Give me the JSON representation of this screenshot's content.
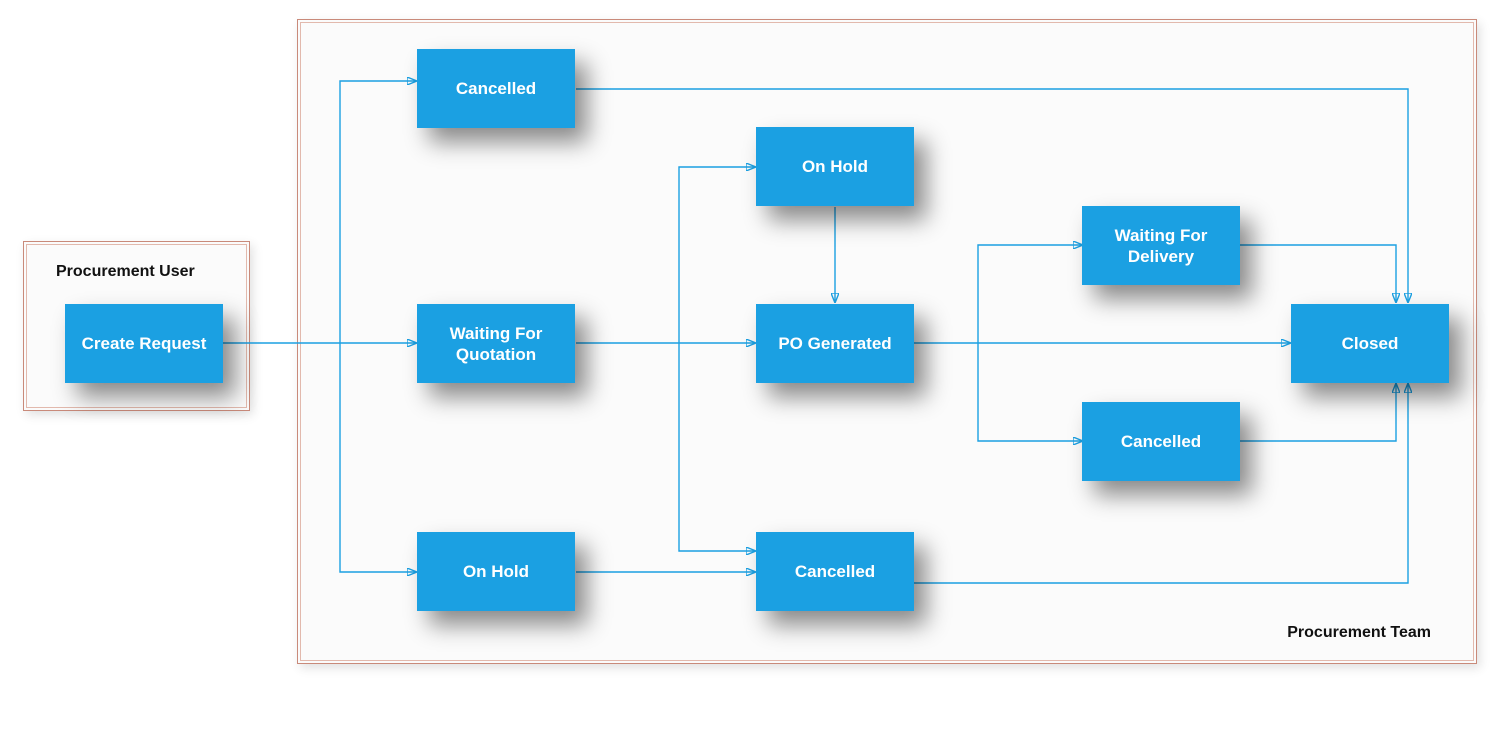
{
  "lanes": {
    "user": "Procurement User",
    "team": "Procurement Team"
  },
  "nodes": {
    "create_request": "Create Request",
    "cancelled_top": "Cancelled",
    "waiting_quotation": "Waiting For Quotation",
    "on_hold_bottom": "On Hold",
    "on_hold_mid": "On Hold",
    "po_generated": "PO Generated",
    "cancelled_mid": "Cancelled",
    "waiting_delivery": "Waiting For Delivery",
    "cancelled_right": "Cancelled",
    "closed": "Closed"
  },
  "colors": {
    "node_fill": "#1ba0e2",
    "connector": "#1ba0e2",
    "lane_border": "#c98a7a"
  }
}
